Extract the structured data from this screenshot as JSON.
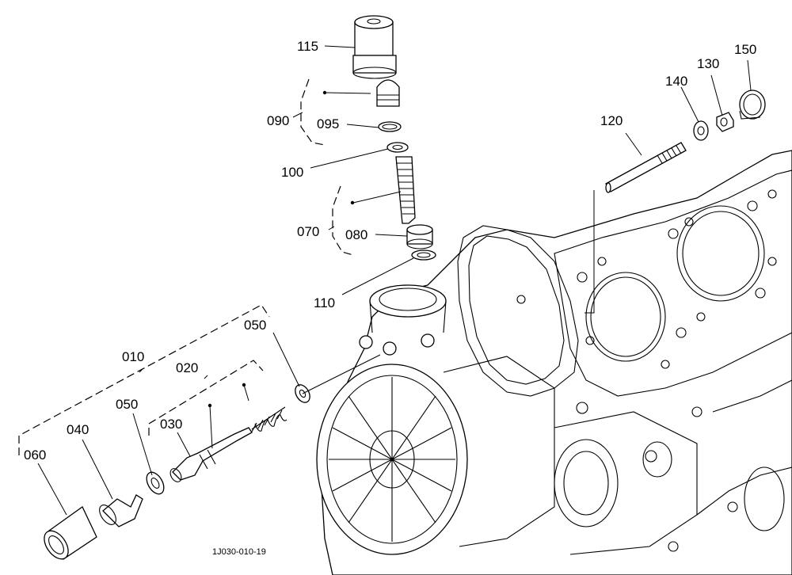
{
  "figure_code": "1J030-010-19",
  "callouts": {
    "c010": "010",
    "c020": "020",
    "c030": "030",
    "c040": "040",
    "c050a": "050",
    "c050b": "050",
    "c060": "060",
    "c070": "070",
    "c080": "080",
    "c090": "090",
    "c095": "095",
    "c100": "100",
    "c110": "110",
    "c115": "115",
    "c120": "120",
    "c130": "130",
    "c140": "140",
    "c150": "150"
  }
}
